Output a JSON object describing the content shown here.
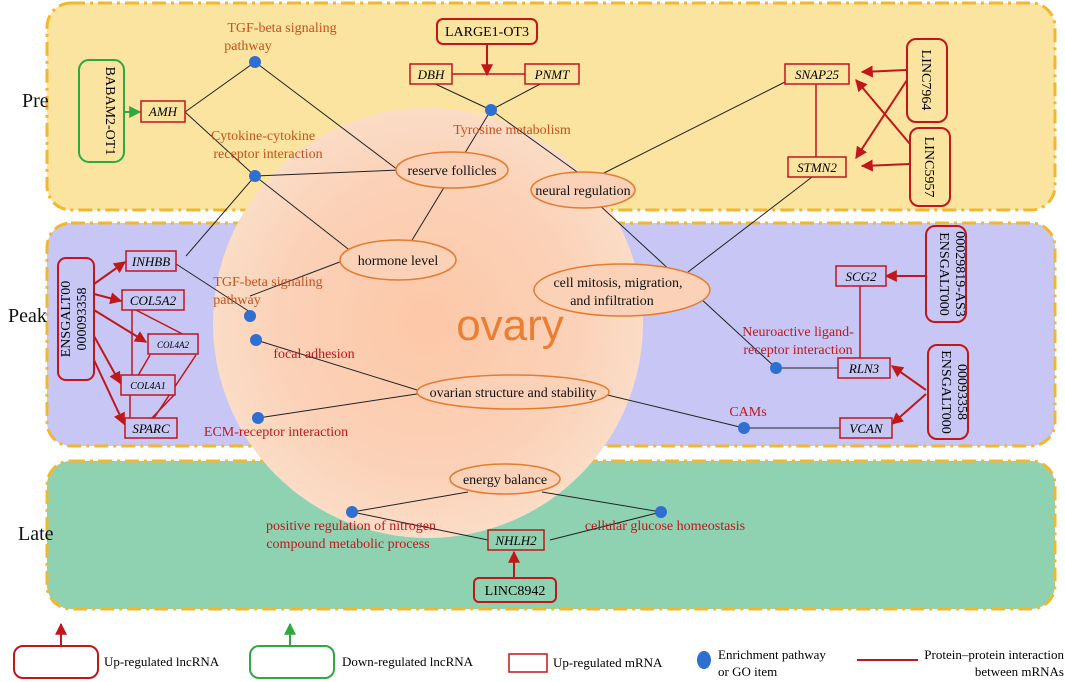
{
  "center_label": "ovary",
  "stages": {
    "pre": "Pre",
    "peak": "Peak",
    "late": "Late"
  },
  "lncrnas": {
    "babam2": "BABAM2-OT1",
    "large1": "LARGE1-OT3",
    "linc7964": "LINC7964",
    "linc5957": "LINC5957",
    "ensg_peak_left": [
      "ENSGALT00",
      "000093358"
    ],
    "ensg_29819": [
      "ENSGALT000",
      "00029819-AS3"
    ],
    "ensg_93358_right": [
      "ENSGALT000",
      "00093358"
    ],
    "linc8942": "LINC8942"
  },
  "mrnas": {
    "amh": "AMH",
    "dbh": "DBH",
    "pnmt": "PNMT",
    "snap25": "SNAP25",
    "stmn2": "STMN2",
    "inhbb": "INHBB",
    "col5a2": "COL5A2",
    "col4a2": "COL4A2",
    "col4a1": "COL4A1",
    "sparc": "SPARC",
    "scg2": "SCG2",
    "rln3": "RLN3",
    "vcan": "VCAN",
    "nhlh2": "NHLH2"
  },
  "pathways": {
    "tgf_pre": [
      "TGF-beta signaling",
      "pathway"
    ],
    "cytokine": [
      "Cytokine-cytokine",
      "receptor interaction"
    ],
    "tyrosine": "Tyrosine metabolism",
    "tgf_peak": [
      "TGF-beta signaling",
      "pathway"
    ],
    "focal": "focal adhesion",
    "ecm": "ECM-receptor interaction",
    "neuroactive": [
      "Neuroactive ligand-",
      "receptor interaction"
    ],
    "cams": "CAMs",
    "nitrogen": [
      "positive regulation of nitrogen",
      "compound metabolic process"
    ],
    "glucose": "cellular glucose homeostasis"
  },
  "functions": {
    "reserve": "reserve follicles",
    "neural": "neural regulation",
    "hormone": "hormone level",
    "mitosis": [
      "cell mitosis, migration,",
      "and infiltration"
    ],
    "structure": "ovarian structure and stability",
    "energy": "energy balance"
  },
  "legend": {
    "up_lnc": "Up-regulated lncRNA",
    "down_lnc": "Down-regulated lncRNA",
    "up_mrna": "Up-regulated mRNA",
    "enrich": [
      "Enrichment pathway",
      "or GO item"
    ],
    "ppi": [
      "Protein–protein interaction",
      "between mRNAs"
    ]
  },
  "colors": {
    "pre_bg": "#fbe3a0",
    "peak_bg": "#c7c6f5",
    "late_bg": "#8fd2b2",
    "border": "#f2b72c",
    "red": "#c0171b",
    "green": "#2ca941",
    "dot": "#2f6fd1",
    "ellipse": "#e57b2f",
    "ovary_text": "#ea7f34"
  }
}
